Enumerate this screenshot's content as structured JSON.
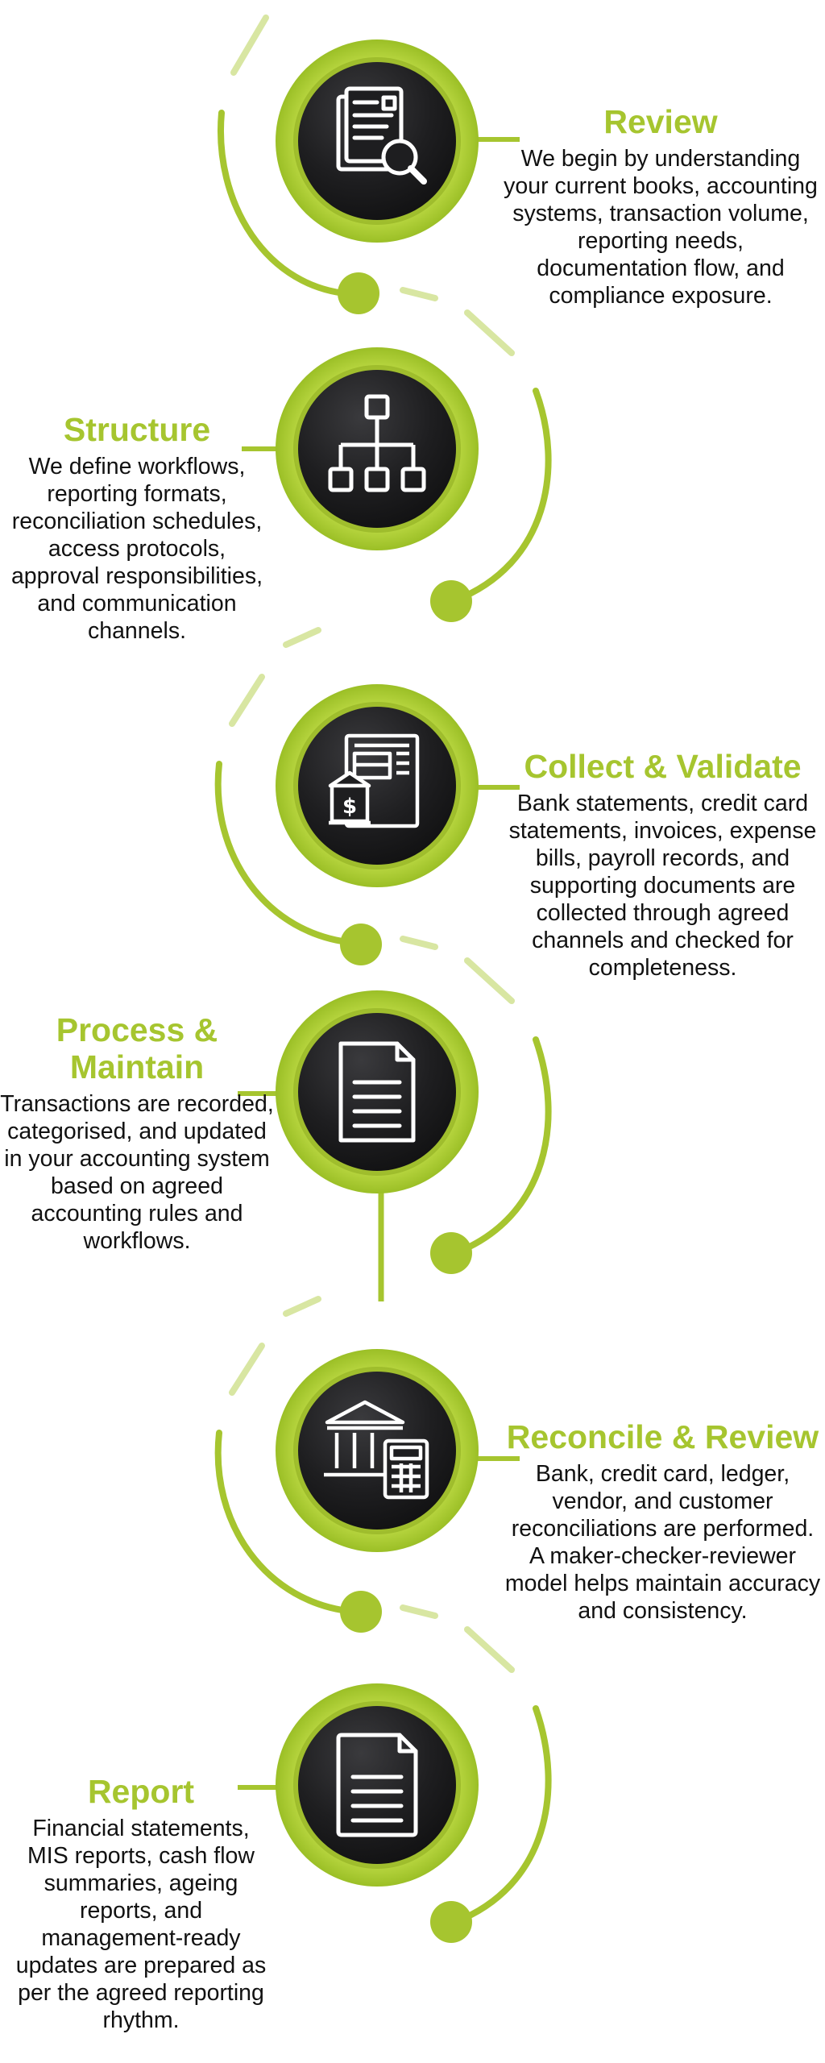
{
  "colors": {
    "accent": "#a6c52f",
    "accent_light": "#d8e6a2",
    "circle_dark": "#1d1d1f",
    "text": "#111111",
    "background": "#ffffff"
  },
  "steps": [
    {
      "title": "Review",
      "description": "We begin by understanding your current books, accounting systems, transaction volume, reporting needs, documentation flow, and compliance exposure.",
      "icon": "document-search-icon"
    },
    {
      "title": "Structure",
      "description": "We define workflows, reporting formats, reconciliation schedules, access protocols, approval responsibilities, and communication channels.",
      "icon": "org-chart-icon"
    },
    {
      "title": "Collect & Validate",
      "description": "Bank statements, credit card statements, invoices, expense bills, payroll records, and supporting documents are collected through agreed channels and checked for completeness.",
      "icon": "bank-statement-icon"
    },
    {
      "title": "Process & Maintain",
      "description": "Transactions are recorded, categorised, and updated in your accounting system based on agreed accounting rules and workflows.",
      "icon": "document-icon"
    },
    {
      "title": "Reconcile & Review",
      "description": "Bank, credit card, ledger, vendor, and customer reconciliations are performed. A maker-checker-reviewer model helps maintain accuracy and consistency.",
      "icon": "bank-calculator-icon"
    },
    {
      "title": "Report",
      "description": "Financial statements, MIS reports, cash flow summaries, ageing reports, and management-ready updates are prepared as per the agreed reporting rhythm.",
      "icon": "report-icon"
    }
  ]
}
